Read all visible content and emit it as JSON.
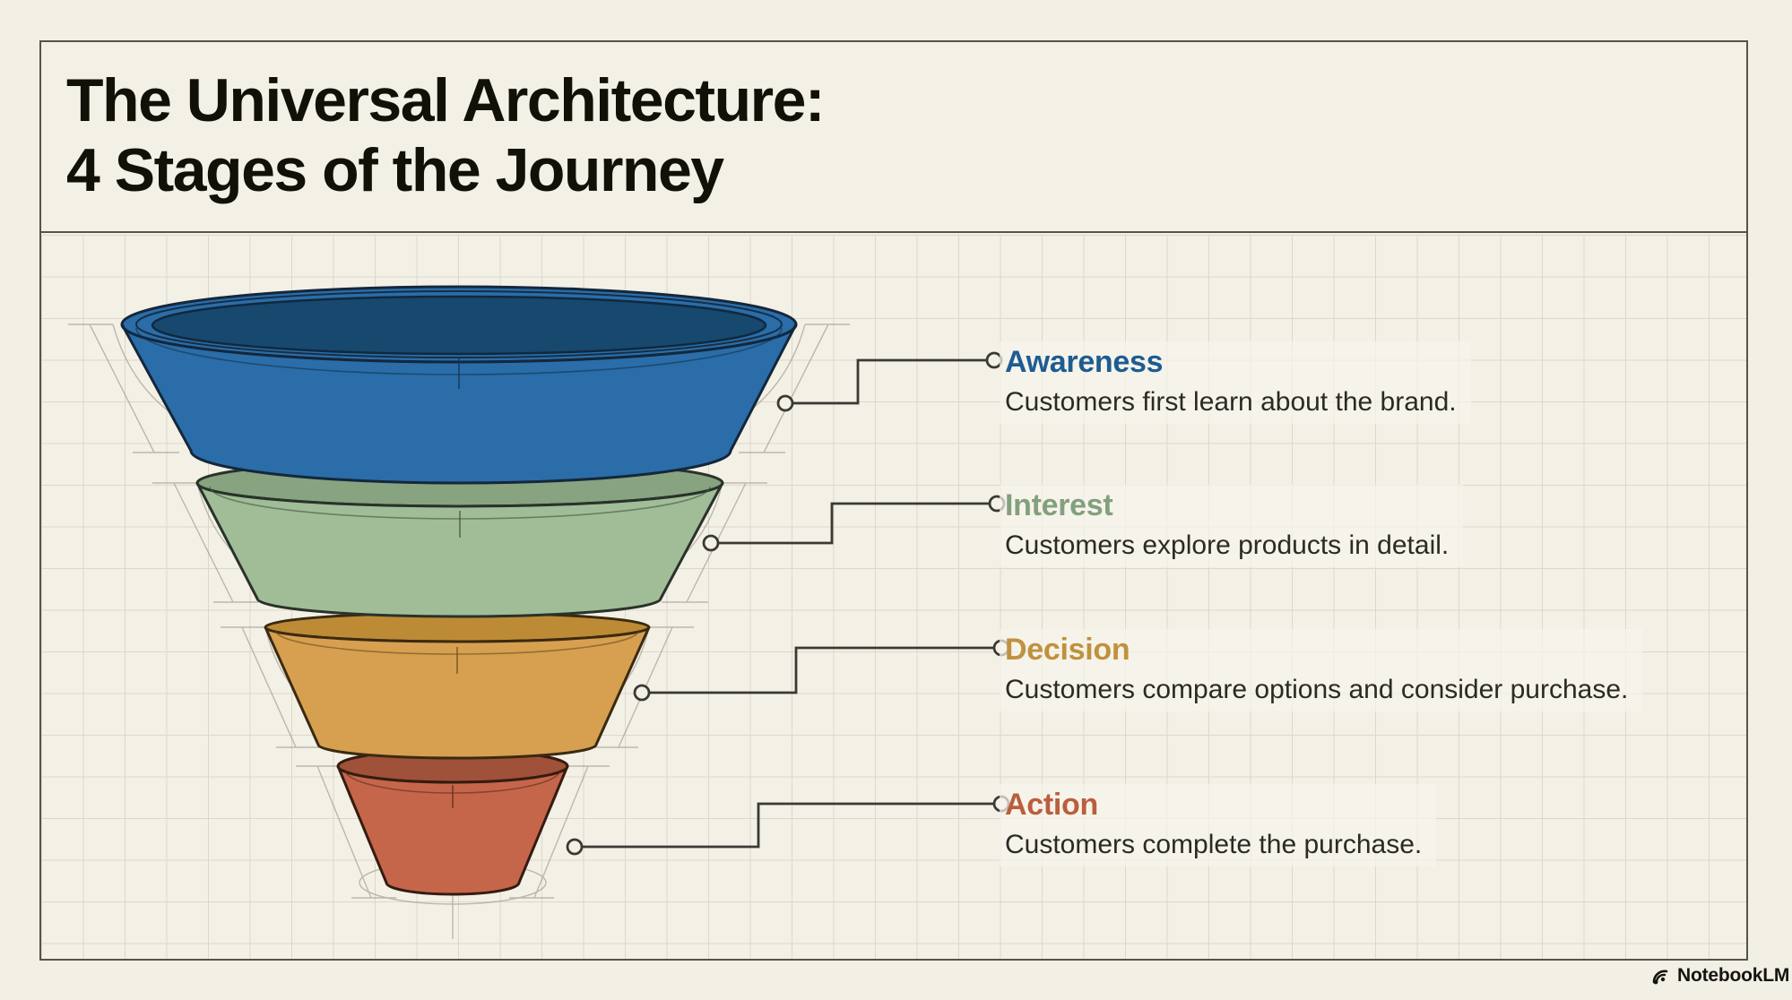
{
  "title": {
    "line1": "The Universal Architecture:",
    "line2": "4 Stages of the Journey"
  },
  "stages": [
    {
      "name": "Awareness",
      "description": "Customers first learn about the brand.",
      "face_color": "#2a6da8",
      "top_color": "#17486e",
      "label_color": "#1d5c92"
    },
    {
      "name": "Interest",
      "description": "Customers explore products in detail.",
      "face_color": "#a0bd97",
      "top_color": "#87a37f",
      "label_color": "#82a07d"
    },
    {
      "name": "Decision",
      "description": "Customers compare options and consider purchase.",
      "face_color": "#d6a050",
      "top_color": "#bd8b36",
      "label_color": "#c0913e"
    },
    {
      "name": "Action",
      "description": "Customers complete the purchase.",
      "face_color": "#c5664a",
      "top_color": "#a0513a",
      "label_color": "#ba5e3e"
    }
  ],
  "footer": {
    "brand": "NotebookLM"
  },
  "canvas": {
    "background": "#f2efe4",
    "grid_line": "#dcd8c9",
    "frame_border": "#55544b",
    "connector_color": "#3a3934",
    "body_text_color": "#2b2a25",
    "title_color": "#121108"
  }
}
